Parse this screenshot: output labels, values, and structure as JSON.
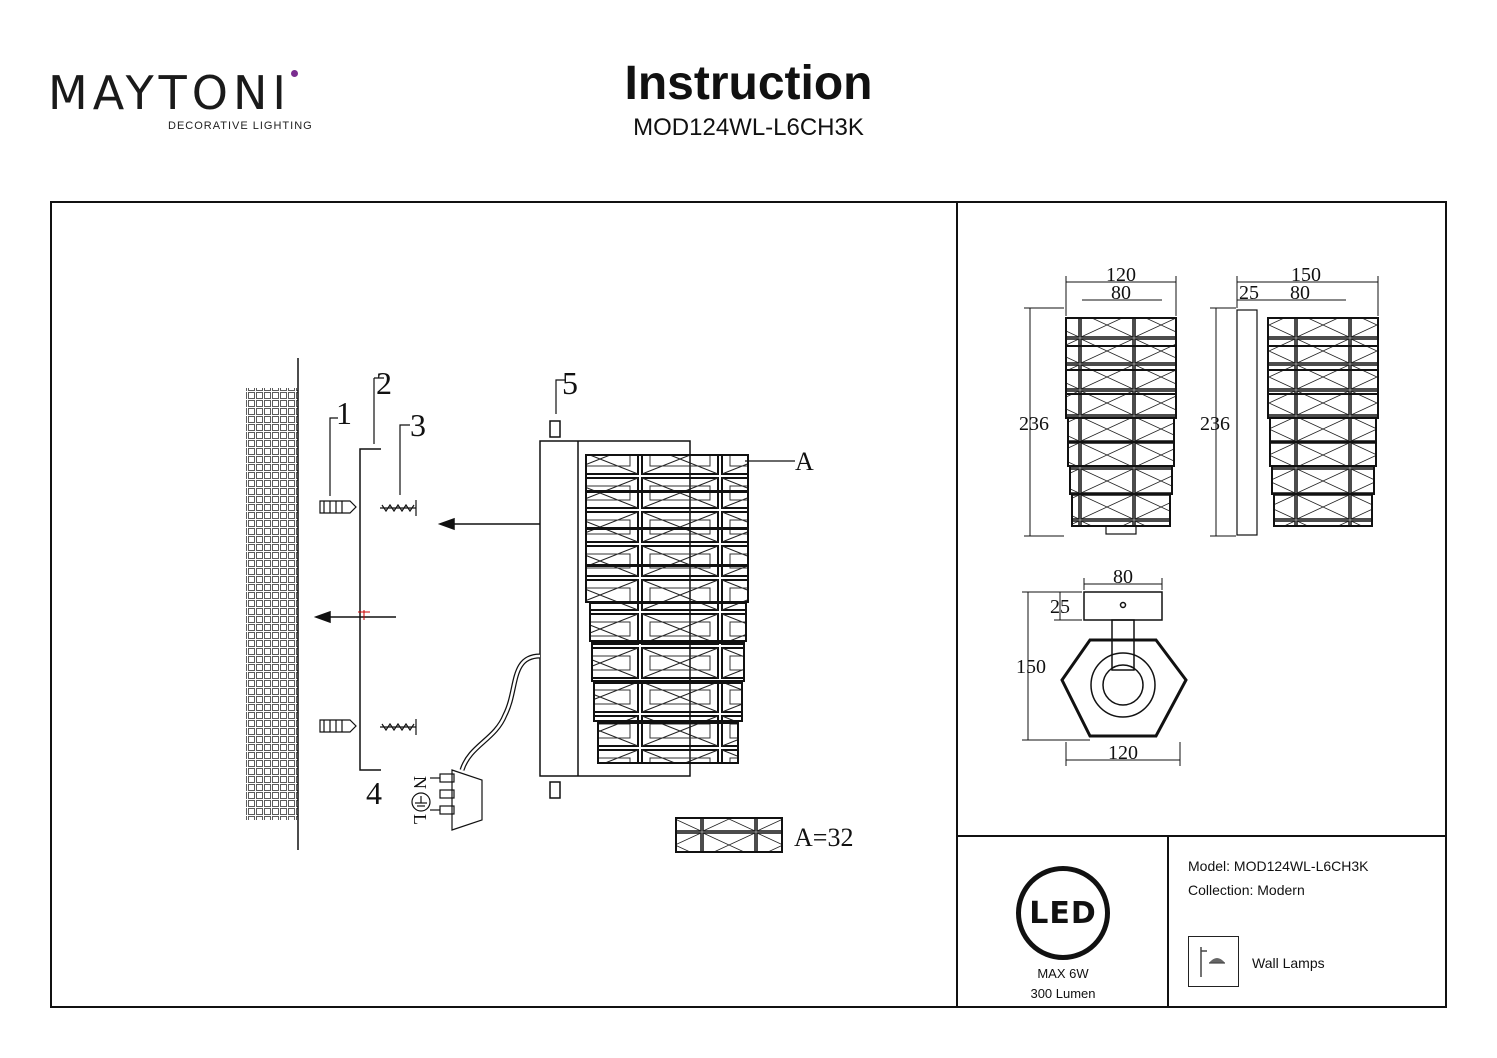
{
  "brand": {
    "name": "MAYTONI",
    "tagline": "DECORATIVE LIGHTING"
  },
  "header": {
    "title": "Instruction",
    "model_code": "MOD124WL-L6CH3K"
  },
  "assembly": {
    "callouts": [
      "1",
      "2",
      "3",
      "4",
      "5"
    ],
    "part_label": "A",
    "part_count_label": "A=32",
    "wire_labels": [
      "N",
      "L"
    ]
  },
  "dimensions": {
    "front": {
      "width_total": "120",
      "width_inner": "80",
      "height": "236"
    },
    "side": {
      "width_total": "150",
      "offset": "25",
      "width_inner": "80",
      "height": "236"
    },
    "top": {
      "base_width": "80",
      "base_depth": "25",
      "depth_total": "150",
      "width": "120"
    }
  },
  "led": {
    "badge": "LED",
    "power": "MAX 6W",
    "lumen": "300 Lumen"
  },
  "specs": {
    "model": "Model: MOD124WL-L6CH3K",
    "collection": "Collection: Modern",
    "type": "Wall Lamps"
  },
  "icons": [
    "led-badge-icon",
    "wall-lamp-icon",
    "ground-symbol-icon",
    "dowel-icon",
    "screw-icon"
  ]
}
